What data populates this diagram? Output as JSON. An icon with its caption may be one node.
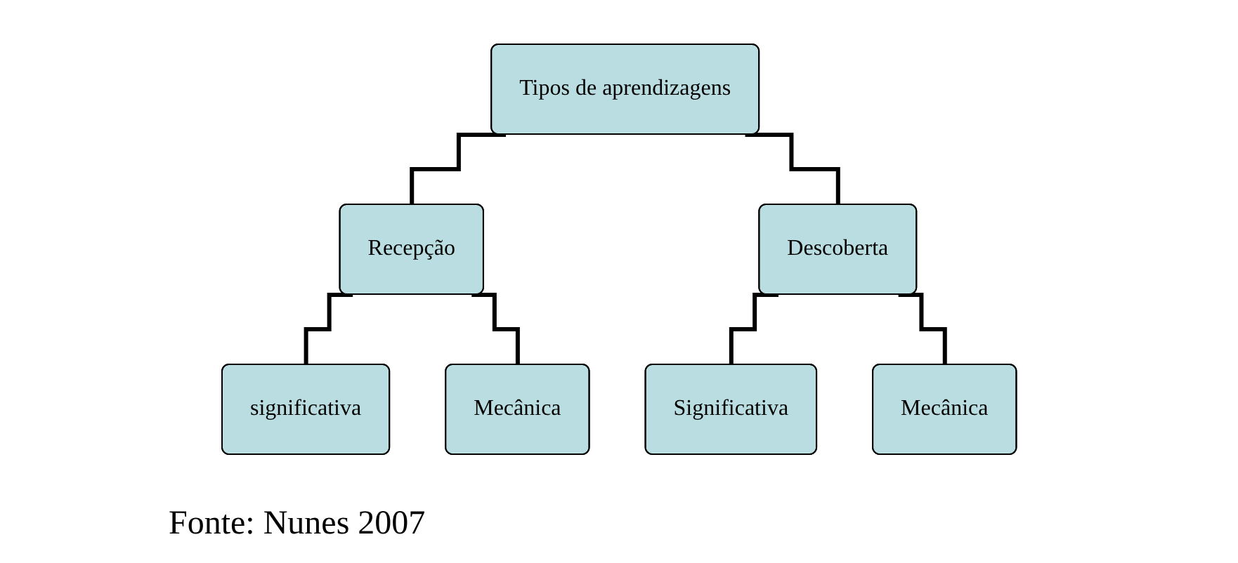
{
  "diagram": {
    "caption": "Fonte: Nunes 2007",
    "nodes": [
      {
        "text": [
          "Tipos de aprendizagens"
        ]
      },
      {
        "text": [
          "Recepção"
        ]
      },
      {
        "text": [
          "Descoberta"
        ]
      },
      {
        "text": [
          "significativa"
        ]
      },
      {
        "text": [
          "Mecânica"
        ]
      },
      {
        "text": [
          "Significativa"
        ]
      },
      {
        "text": [
          "Mecânica"
        ]
      }
    ],
    "edges": [
      {
        "from": 0,
        "to": 1,
        "arrow": "none"
      },
      {
        "from": 0,
        "to": 2,
        "arrow": "none"
      },
      {
        "from": 1,
        "to": 3,
        "arrow": "none"
      },
      {
        "from": 1,
        "to": 4,
        "arrow": "none"
      },
      {
        "from": 2,
        "to": 5,
        "arrow": "none"
      },
      {
        "from": 2,
        "to": 6,
        "arrow": "none"
      }
    ]
  }
}
